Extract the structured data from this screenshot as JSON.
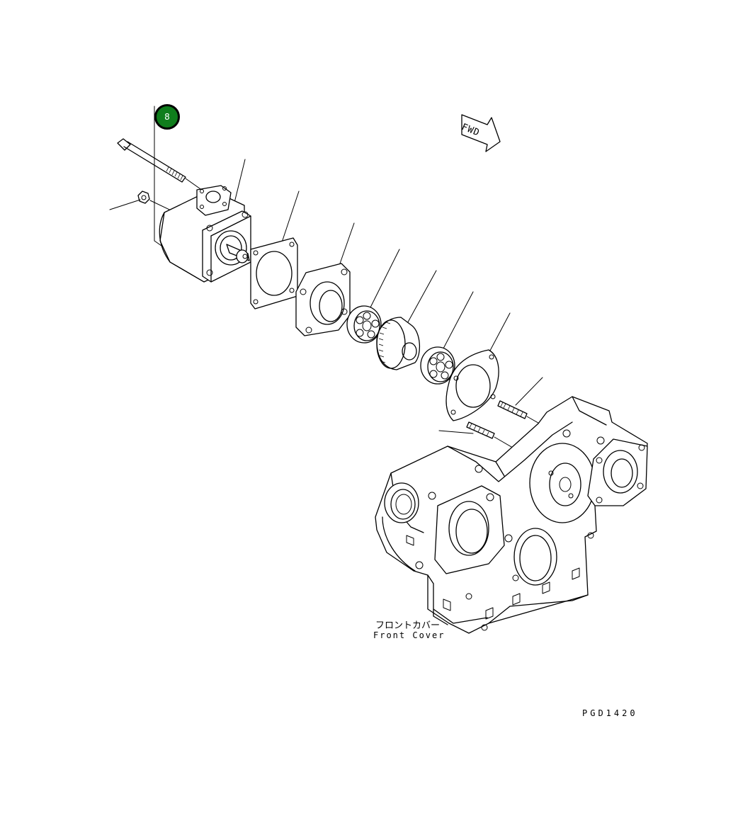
{
  "callout": {
    "number": "8",
    "color": "#0f7d1c"
  },
  "labels": {
    "fwd": "FWD",
    "front_cover_jp": "フロントカバー",
    "front_cover_en": "Front Cover",
    "drawing_code": "PGD1420"
  },
  "icons": [
    "fwd-arrow-icon"
  ]
}
